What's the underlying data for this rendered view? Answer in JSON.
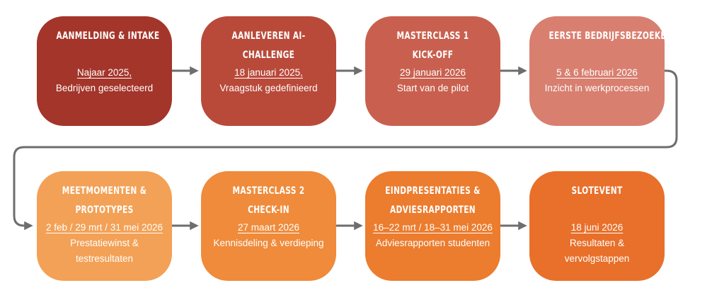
{
  "canvas": {
    "background": "#ffffff",
    "arrow_color": "#6e6e6e",
    "text_color": "#ffffff"
  },
  "cards": [
    {
      "title_lines": [
        "AANMELDING & INTAKE"
      ],
      "date": "Najaar 2025,",
      "desc_lines": [
        "Bedrijven geselecteerd"
      ],
      "color": "#a4352a"
    },
    {
      "title_lines": [
        "AANLEVEREN AI-",
        "CHALLENGE"
      ],
      "date": "18 januari 2025,",
      "desc_lines": [
        "Vraagstuk gedefinieerd"
      ],
      "color": "#b94a3a"
    },
    {
      "title_lines": [
        "MASTERCLASS 1",
        "KICK-OFF"
      ],
      "date": "29 januari 2026",
      "desc_lines": [
        "Start van de pilot"
      ],
      "color": "#c9604f"
    },
    {
      "title_lines": [
        "EERSTE BEDRIJFSBEZOEKEN"
      ],
      "date": "5 & 6 februari 2026",
      "desc_lines": [
        "Inzicht in werkprocessen"
      ],
      "color": "#d87f70"
    },
    {
      "title_lines": [
        "MEETMOMENTEN &",
        "PROTOTYPES"
      ],
      "date": "2 feb / 29 mrt / 31 mei 2026",
      "desc_lines": [
        "Prestatiewinst &",
        "testresultaten"
      ],
      "color": "#f3a156"
    },
    {
      "title_lines": [
        "MASTERCLASS 2",
        "CHECK-IN"
      ],
      "date": "27 maart 2026",
      "desc_lines": [
        "Kennisdeling & verdieping"
      ],
      "color": "#ef8b3b"
    },
    {
      "title_lines": [
        "EINDPRESENTATIES &",
        "ADVIESRAPPORTEN"
      ],
      "date": "16–22 mrt / 18–31 mei 2026",
      "desc_lines": [
        "Adviesrapporten studenten"
      ],
      "color": "#ec7c2e"
    },
    {
      "title_lines": [
        "SLOTEVENT"
      ],
      "date": "18 juni 2026",
      "desc_lines": [
        "Resultaten &",
        "vervolgstappen"
      ],
      "color": "#e8702a"
    }
  ]
}
